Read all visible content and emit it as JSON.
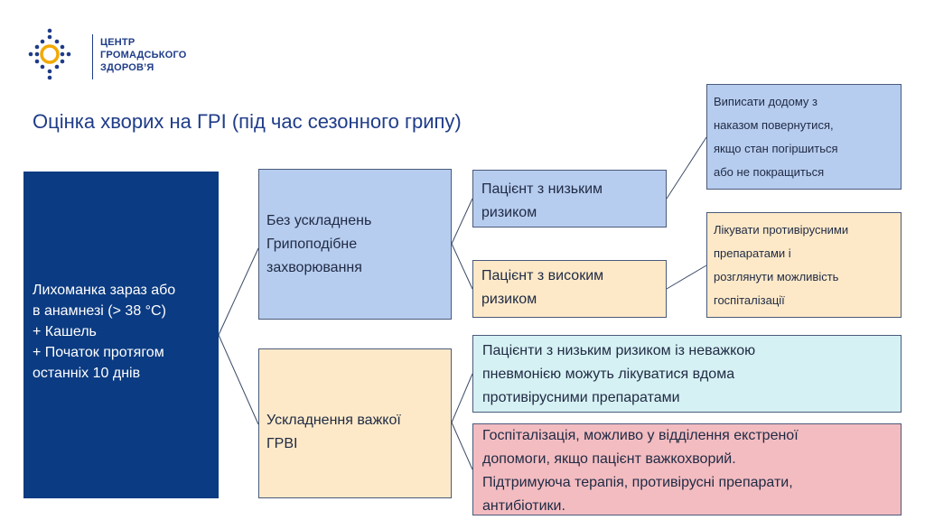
{
  "logo": {
    "icon": "dotted-circle-logo-icon",
    "lines": [
      "ЦЕНТР",
      "ГРОМАДСЬКОГО",
      "ЗДОРОВ’Я"
    ],
    "colors": {
      "blue": "#1f3c88",
      "orange": "#f2a900"
    }
  },
  "slide": {
    "title": "Оцінка хворих на ГРІ (під час сезонного грипу)"
  },
  "diagram": {
    "symptoms": "Лихоманка зараз або\nв анамнезі (> 38 °C)\n+ Кашель\n+ Початок протягом\nостанніх 10 днів",
    "no_complications": "Без ускладнень\nГрипоподібне\nзахворювання",
    "severe_complications": "Ускладнення важкої\nГРВІ",
    "low_risk": "Пацієнт з низьким\nризиком",
    "high_risk": "Пацієнт з високим\nризиком",
    "send_home": "Виписати додому з\nнаказом повернутися,\nякщо стан погіршиться\nабо не покращиться",
    "treat_antivirals": "Лікувати противірусними\nпрепаратами і\nрозглянути можливість\nгоспіталізації",
    "pneumonia_home": "Пацієнти з низьким ризиком із неважкою\nпневмонією можуть лікуватися вдома\nпротивірусними препаратами",
    "hospitalization": "Госпіталізація, можливо у відділення екстреної\nдопомоги, якщо пацієнт важкохворий.\nПідтримуюча терапія, противірусні препарати,\nантибіотики."
  },
  "colors": {
    "dark_blue": "#0b3b82",
    "light_blue": "#b7cdef",
    "cream": "#fde9c8",
    "light_cyan": "#d6f1f3",
    "pink": "#f3bcc0"
  }
}
